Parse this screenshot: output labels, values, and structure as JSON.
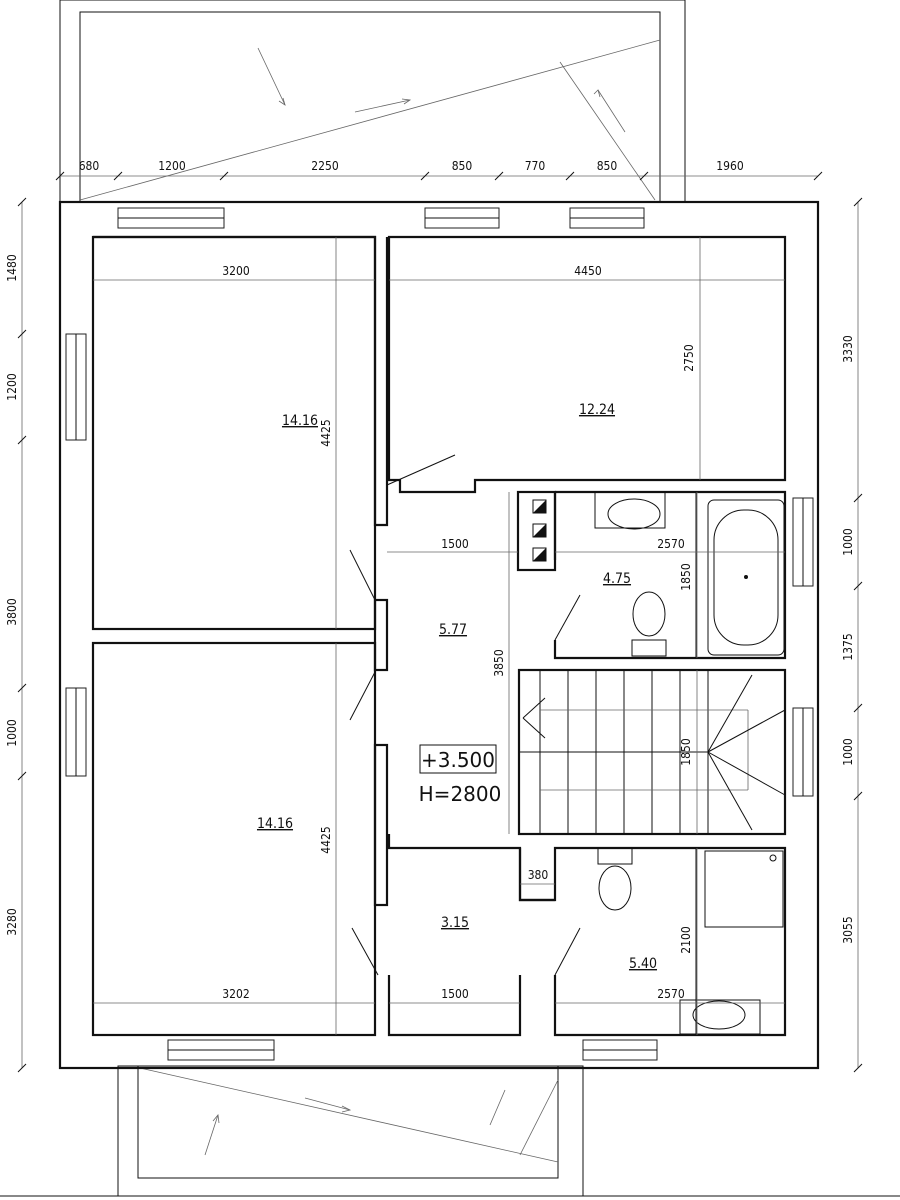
{
  "title": "",
  "dimensions": {
    "top": [
      "680",
      "1200",
      "2250",
      "850",
      "770",
      "850",
      "1960"
    ],
    "left": [
      "1480",
      "1200",
      "3800",
      "1000",
      "3280"
    ],
    "right": [
      "3330",
      "1000",
      "1375",
      "1000",
      "3055"
    ],
    "interior": {
      "room_nw_width": "3200",
      "room_ne_width": "4450",
      "room_ne_depth": "2750",
      "room_nw_depth": "4425",
      "hall_width": "1500",
      "bath_upper_width": "2570",
      "bath_upper_depth": "1850",
      "hall_depth": "3850",
      "stair_depth": "1850",
      "wc_width": "380",
      "bath_lower_depth": "2100",
      "room_sw_depth": "4425",
      "room_sw_width": "3202",
      "hall2_width": "1500",
      "bath_lower_width": "2570"
    }
  },
  "rooms": {
    "nw": "14.16",
    "ne": "12.24",
    "bath_upper": "4.75",
    "hall": "5.77",
    "sw": "14.16",
    "vestibule": "3.15",
    "bath_lower": "5.40"
  },
  "level": {
    "elevation": "+3.500",
    "height": "H=2800"
  }
}
